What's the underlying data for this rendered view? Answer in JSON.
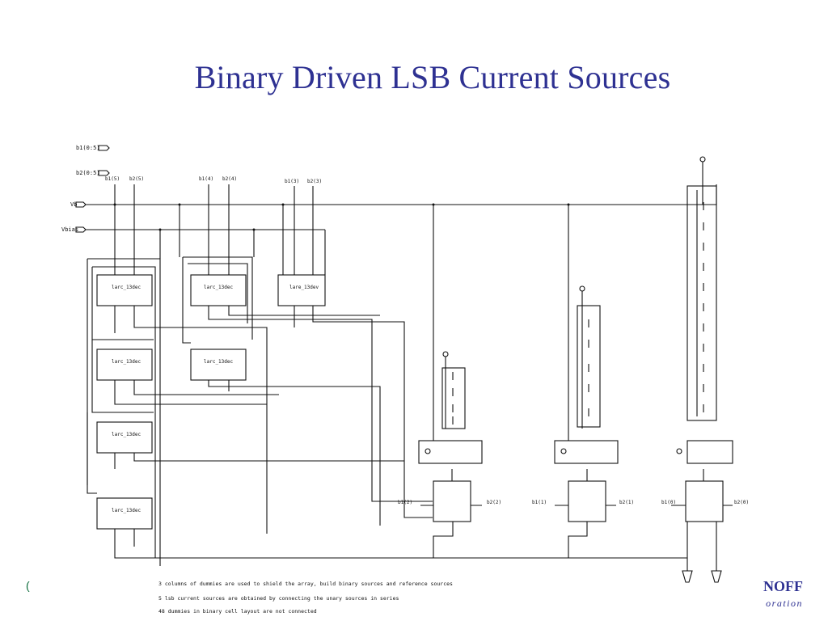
{
  "slide": {
    "title": "Binary Driven LSB Current Sources"
  },
  "schematic": {
    "inputs": {
      "pin1": "b1(0:5)",
      "pin2": "b2(0:5)",
      "pin3": "Vb",
      "pin4": "Vbias"
    },
    "bus_labels": {
      "b1_5": "b1(5)",
      "b2_5": "b2(5)",
      "b1_4": "b1(4)",
      "b2_4": "b2(4)",
      "b1_3": "b1(3)",
      "b2_3": "b2(3)"
    },
    "cell_name": "larc_13dec",
    "cell_name_alt": "lare_13dev",
    "bottom_labels": {
      "b1_2": "b1(2)",
      "b2_2": "b2(2)",
      "b1_1": "b1(1)",
      "b2_1": "b2(1)",
      "b1_0": "b1(0)",
      "b2_0": "b2(0)"
    },
    "notes": [
      "3 columns of dummies are used to shield the array, build binary sources and reference sources",
      "5 lsb current sources are obtained by connecting the unary sources in series",
      "48 dummies in binary cell layout are not connected"
    ]
  },
  "logos": {
    "right_line1": "NOFF",
    "right_line2": "oration"
  }
}
